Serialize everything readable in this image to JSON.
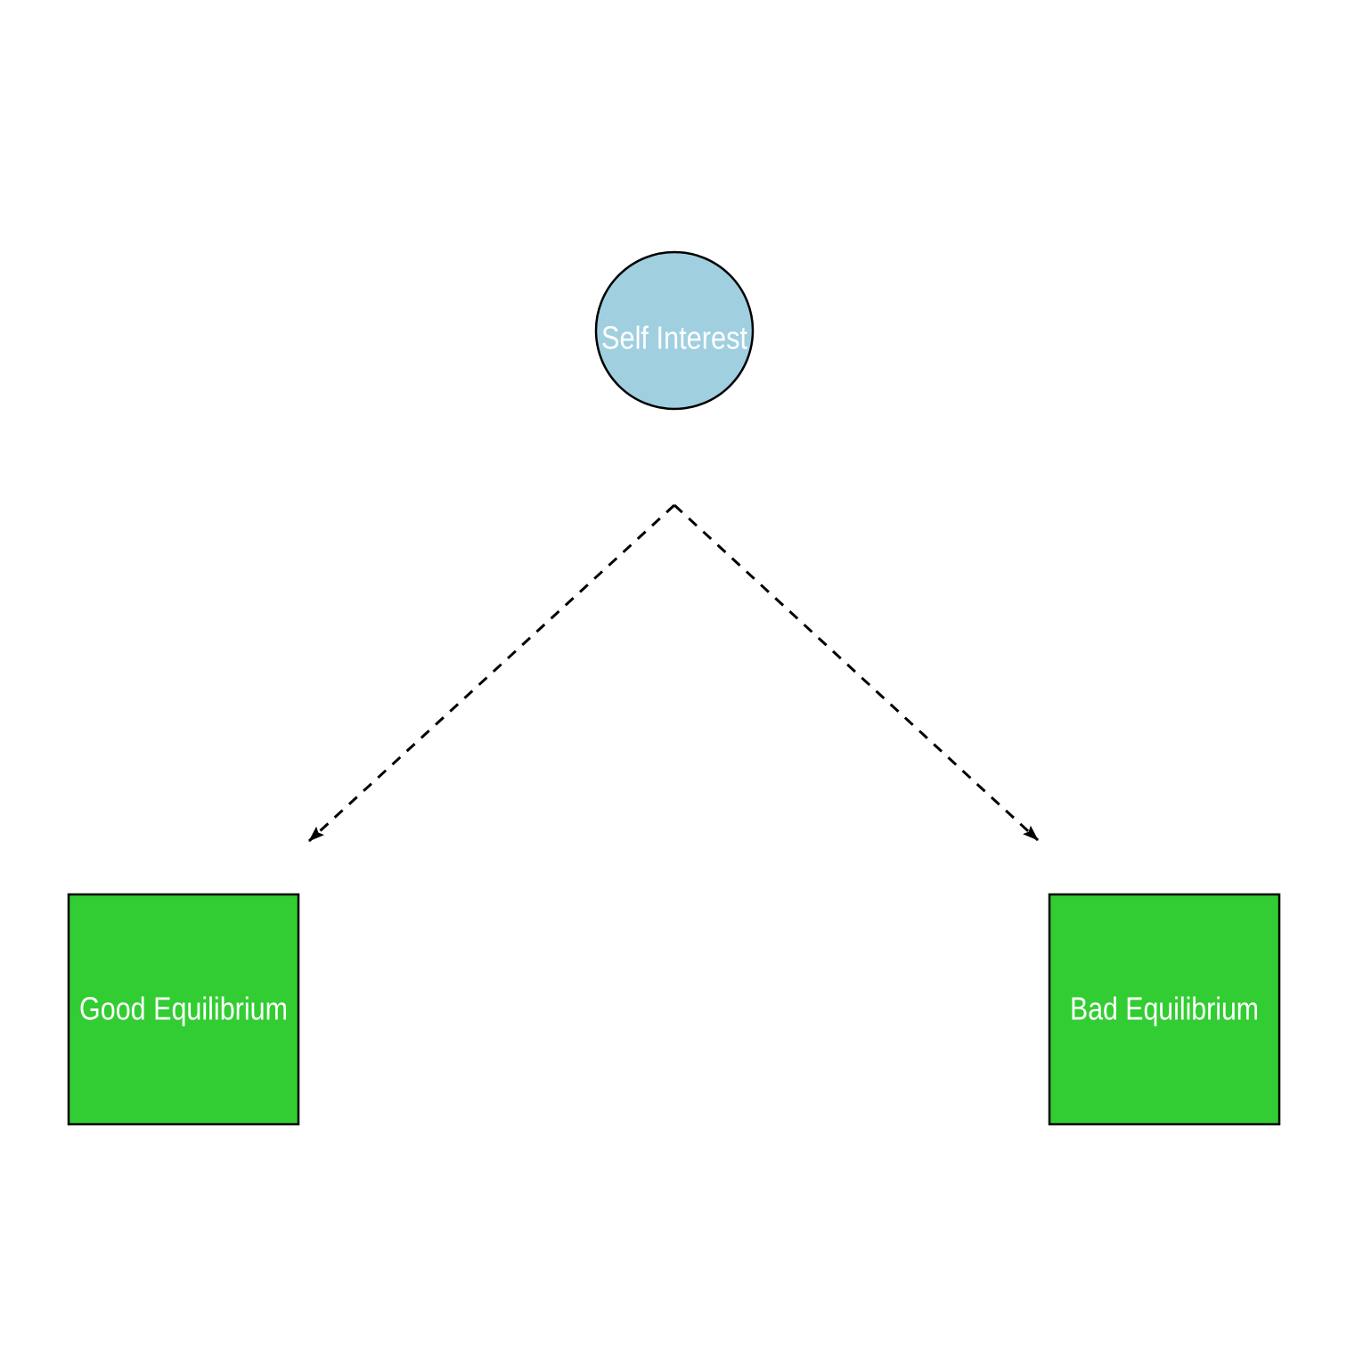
{
  "diagram": {
    "title": "",
    "background": "#ffffff",
    "root": {
      "id": "self-interest",
      "label": "Self Interest",
      "shape": "circle",
      "fill": "#a0cfe0",
      "text_color": "#ffffff",
      "border_color": "#000000"
    },
    "outcomes": [
      {
        "id": "good-equilibrium",
        "label": "Good Equilibrium",
        "shape": "square",
        "fill": "#32cd32",
        "text_color": "#ffffff",
        "border_color": "#000000"
      },
      {
        "id": "bad-equilibrium",
        "label": "Bad Equilibrium",
        "shape": "square",
        "fill": "#32cd32",
        "text_color": "#ffffff",
        "border_color": "#000000"
      }
    ],
    "edges": [
      {
        "from": "self-interest",
        "to": "good-equilibrium",
        "style": "dashed",
        "arrow": "filled-triangle",
        "color": "#000000"
      },
      {
        "from": "self-interest",
        "to": "bad-equilibrium",
        "style": "dashed",
        "arrow": "filled-triangle",
        "color": "#000000"
      }
    ]
  }
}
